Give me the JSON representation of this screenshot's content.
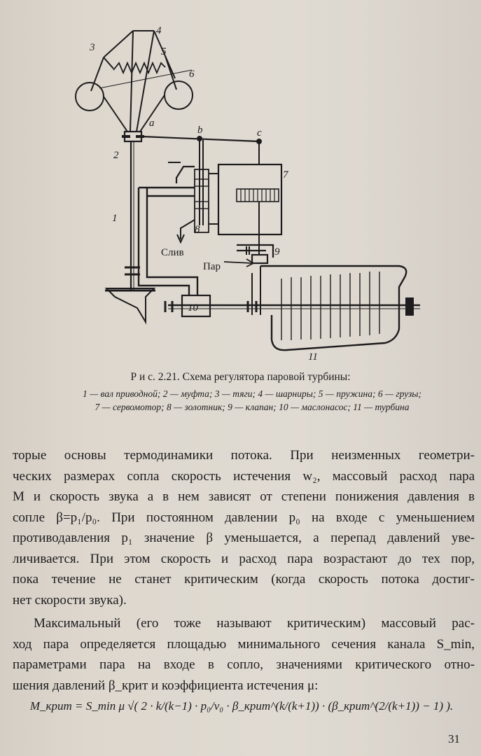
{
  "figure": {
    "labels": {
      "n1": "1",
      "n2": "2",
      "n3": "3",
      "n4": "4",
      "n5": "5",
      "n6": "6",
      "n7": "7",
      "n8": "8",
      "n9": "9",
      "n10": "10",
      "n11": "11",
      "a": "a",
      "b": "b",
      "c": "c",
      "drain": "Слив",
      "steam": "Пар"
    },
    "caption": "Р и с. 2.21. Схема регулятора паровой турбины:",
    "legend_line1": "1 — вал приводной; 2 — муфта; 3 — тяги; 4 — шарниры; 5 — пружина; 6 — грузы;",
    "legend_line2": "7 — сервомотор; 8 — золотник; 9 — клапан; 10 — маслонасос; 11 — турбина"
  },
  "text": {
    "p1_lines": [
      "торые основы термодинамики потока. При неизменных геометри-",
      "ческих размерах сопла скорость истечения w₂, массовый расход пара",
      "M и скорость звука a в нем зависят от степени понижения давления в",
      "сопле β=p₁/p₀. При постоянном давлении p₀ на входе с уменьшением",
      "противодавления p₁ значение β уменьшается, а перепад давлений уве-",
      "личивается. При этом скорость и расход пара возрастают до тех пор,",
      "пока течение не станет критическим (когда скорость потока достиг-",
      "нет скорости звука)."
    ],
    "p2_lines": [
      "Максимальный (его тоже называют критическим) массовый рас-",
      "ход пара определяется площадью минимального сечения канала S_min,",
      "параметрами пара на входе в сопло, значениями критического отно-",
      "шения давлений β_крит и коэффициента истечения μ:"
    ]
  },
  "formula": "M_крит = S_min μ √( 2 · k/(k−1) · p₀/v₀ · β_крит^(k/(k+1)) · (β_крит^(2/(k+1)) − 1) ).",
  "page_number": "31"
}
